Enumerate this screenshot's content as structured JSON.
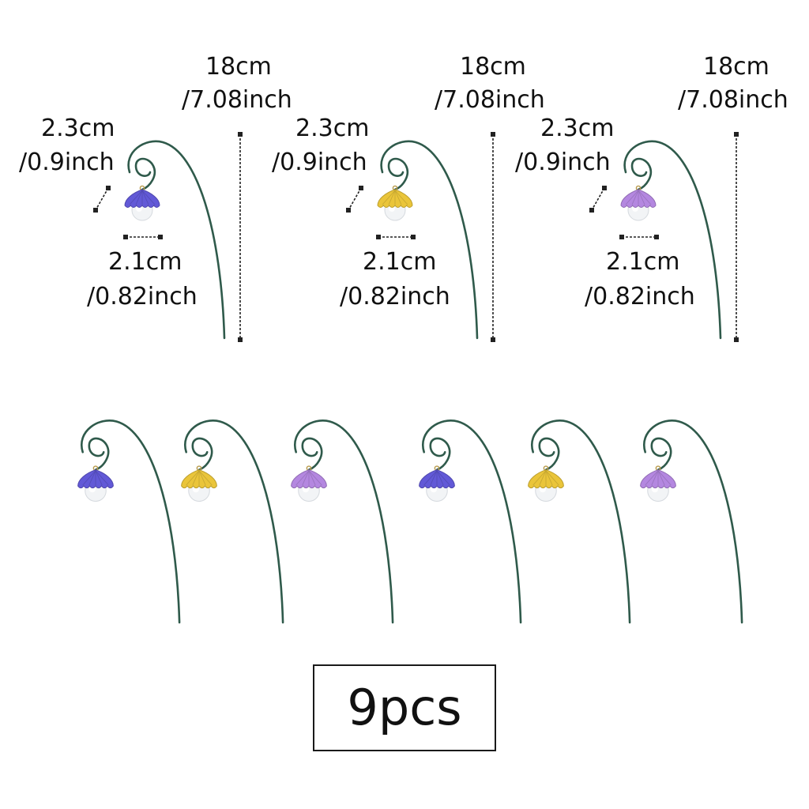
{
  "dimensions": {
    "height_cm": "18cm",
    "height_in": "/7.08inch",
    "lamp_height_cm": "2.3cm",
    "lamp_height_in": "/0.9inch",
    "lamp_width_cm": "2.1cm",
    "lamp_width_in": "/0.82inch"
  },
  "quantity": "9pcs",
  "colors": {
    "stake": "#2f5a4b",
    "blue": "#6259d7",
    "yellow": "#eac53a",
    "purple": "#b487e0",
    "bulb": "#f2f4f6",
    "dimension_line": "#222222"
  },
  "top_items": [
    {
      "color_name": "blue"
    },
    {
      "color_name": "yellow"
    },
    {
      "color_name": "purple"
    }
  ],
  "bottom_items": [
    {
      "color_name": "blue"
    },
    {
      "color_name": "yellow"
    },
    {
      "color_name": "purple"
    },
    {
      "color_name": "blue"
    },
    {
      "color_name": "yellow"
    },
    {
      "color_name": "purple"
    }
  ]
}
